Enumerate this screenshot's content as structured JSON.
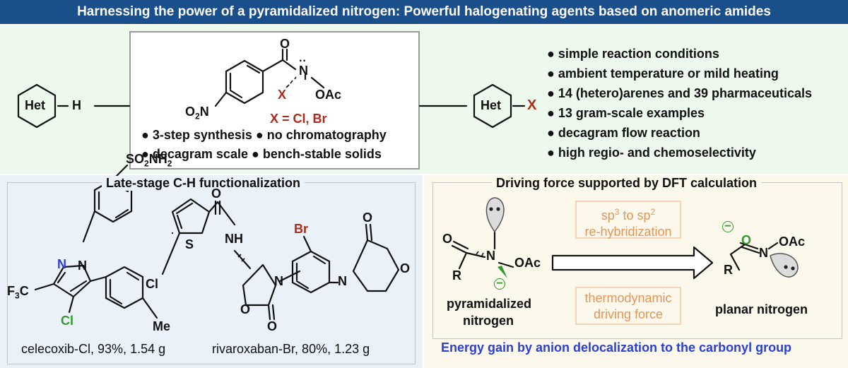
{
  "banner": {
    "title": "Harnessing the power of a pyramidalized nitrogen: Powerful halogenating agents based on anomeric amides"
  },
  "scheme": {
    "substrate_het": "Het",
    "substrate_h": "H",
    "product_het": "Het",
    "product_x": "X"
  },
  "reagent": {
    "o_label": "O",
    "n_label": "N",
    "n_dots": "··",
    "x_label": "X",
    "oac_label": "OAc",
    "o2n_label": "O",
    "o2n_sub": "2",
    "o2n_n": "N",
    "x_def": "X = Cl, Br",
    "features": [
      "● 3-step synthesis ● no chromatography",
      "● decagram scale  ● bench-stable solids"
    ]
  },
  "advantages": [
    "● simple reaction conditions",
    "● ambient temperature or mild heating",
    "● 14 (hetero)arenes and 39 pharmaceuticals",
    "● 13 gram-scale examples",
    "● decagram flow reaction",
    "● high regio- and chemoselectivity"
  ],
  "late_stage": {
    "title": "Late-stage C-H functionalization",
    "celecoxib": {
      "so2nh2": "SO",
      "so2nh2_sub": "2",
      "so2nh2_tail": "NH",
      "so2nh2_sub2": "2",
      "n1": "N",
      "n2": "N",
      "f3c": "F",
      "f3c_sub": "3",
      "f3c_tail": "C",
      "cl": "Cl",
      "me": "Me",
      "caption": "celecoxib-Cl, 93%, 1.54 g"
    },
    "rivaroxaban": {
      "o_amide": "O",
      "nh": "NH",
      "s": "S",
      "cl": "Cl",
      "br": "Br",
      "n_ox": "N",
      "o_ring": "O",
      "o_carbonyl": "O",
      "n_morph": "N",
      "o_morph": "O",
      "o_morph_c": "O",
      "caption": "rivaroxaban-Br, 80%, 1.23 g"
    }
  },
  "dft": {
    "title": "Driving force supported by DFT calculation",
    "left": {
      "o": "O",
      "n": "N",
      "oac": "OAc",
      "r": "R",
      "minus": "−",
      "label_1": "pyramidalized",
      "label_2": "nitrogen"
    },
    "right": {
      "o": "O",
      "n": "N",
      "oac": "OAc",
      "r": "R",
      "minus": "−",
      "label": "planar nitrogen"
    },
    "box_top_1a": "sp",
    "box_top_1a_sup": "3",
    "box_top_1b": " to sp",
    "box_top_1b_sup": "2",
    "box_top_2": "re-hybridization",
    "box_bottom_1": "thermodynamic",
    "box_bottom_2": "driving force",
    "conclusion": "Energy gain by anion delocalization to the carbonyl group"
  },
  "colors": {
    "banner_bg": "#1b4f8c",
    "halogen_red": "#b02a1a",
    "chlorine_green": "#2e9a2e",
    "conclusion_blue": "#2a3fd3",
    "orange_text": "#e3955a"
  }
}
